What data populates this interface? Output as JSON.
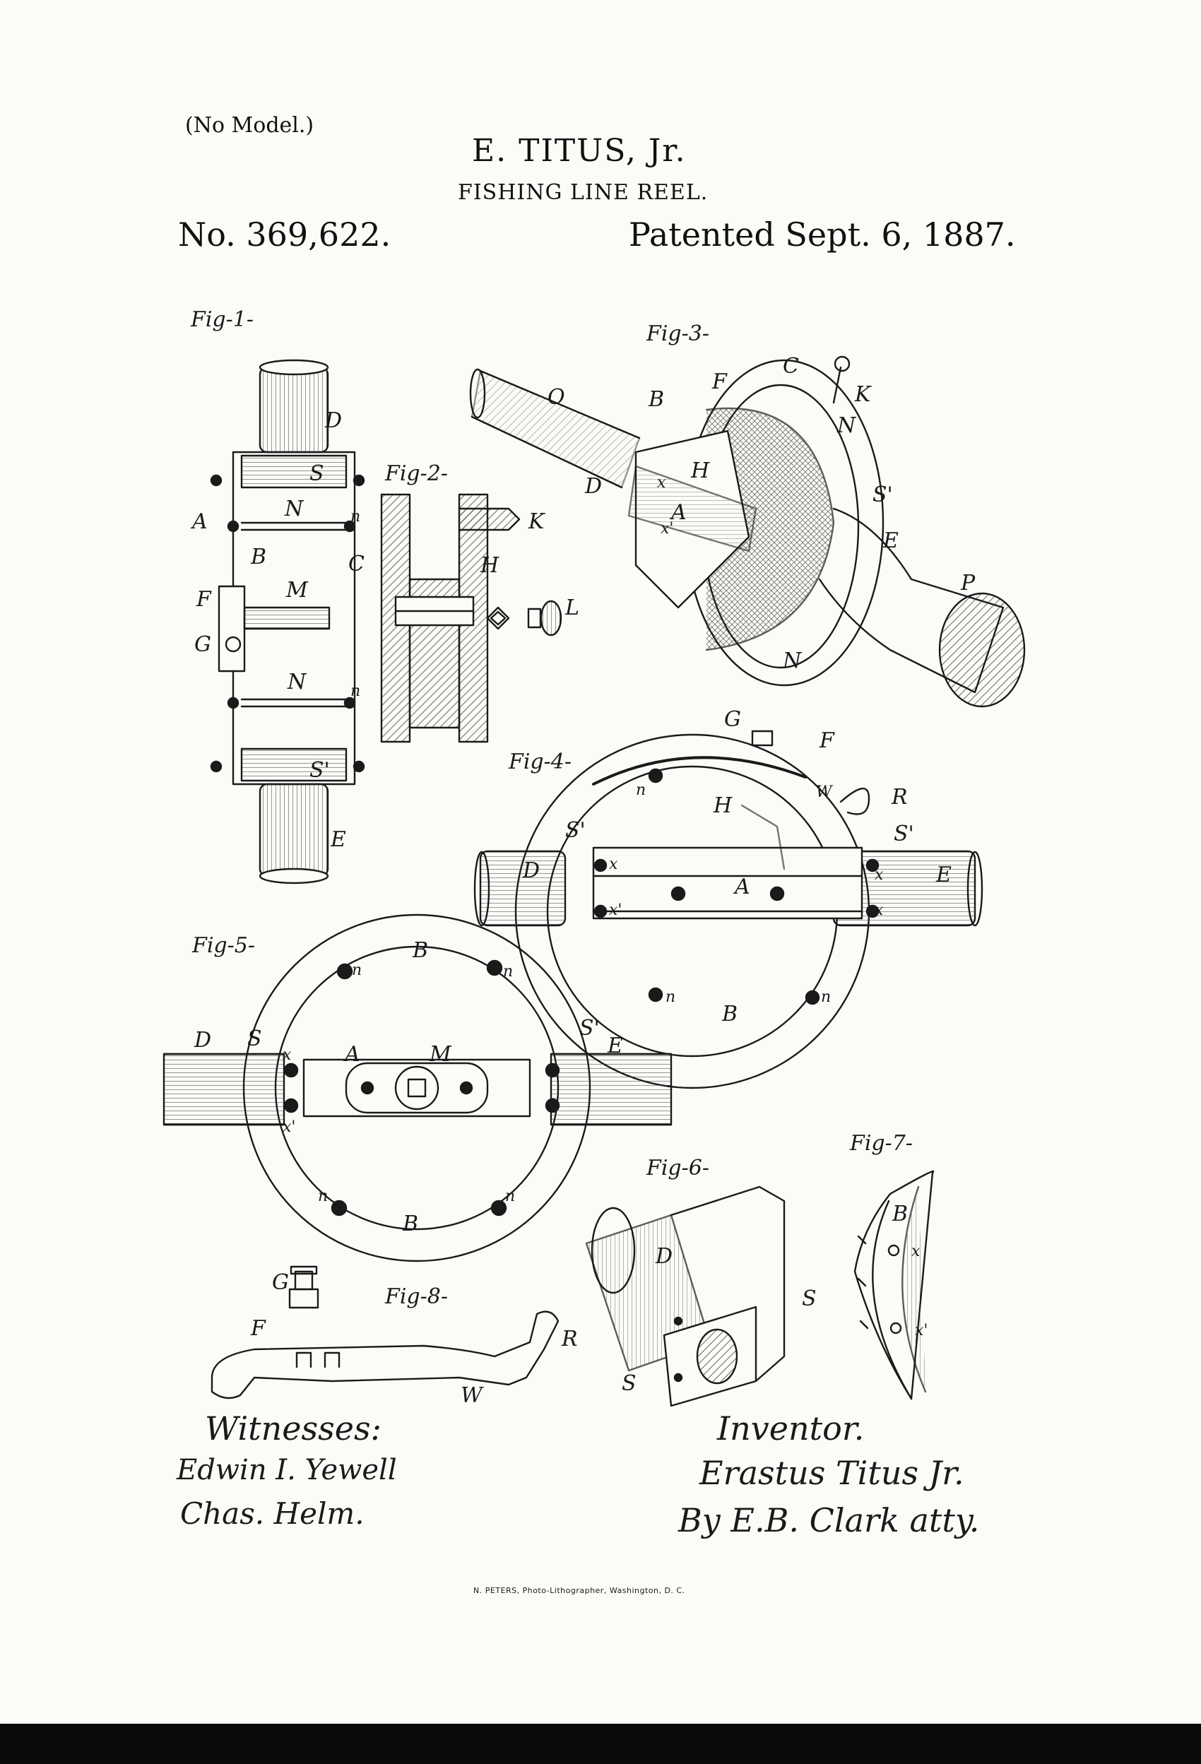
{
  "header": {
    "no_model": "(No Model.)",
    "inventor": "E. TITUS, Jr.",
    "title": "FISHING LINE REEL.",
    "patent_no": "No. 369,622.",
    "patent_date": "Patented Sept. 6, 1887."
  },
  "figures": {
    "fig1": {
      "caption": "Fig-1-",
      "labels": [
        "D",
        "S",
        "A",
        "N",
        "n",
        "B",
        "C",
        "M",
        "F",
        "G",
        "N",
        "n",
        "S'",
        "E"
      ]
    },
    "fig2": {
      "caption": "Fig-2-",
      "labels": [
        "K",
        "H",
        "L"
      ]
    },
    "fig3": {
      "caption": "Fig-3-",
      "labels": [
        "O",
        "B",
        "F",
        "C",
        "K",
        "N",
        "H",
        "D",
        "x",
        "A",
        "x'",
        "S'",
        "E",
        "P",
        "N"
      ]
    },
    "fig4": {
      "caption": "Fig-4-",
      "labels": [
        "G",
        "F",
        "n",
        "H",
        "W",
        "R",
        "S'",
        "S'",
        "D",
        "x",
        "A",
        "E",
        "x",
        "x'",
        "x",
        "n",
        "B",
        "n"
      ]
    },
    "fig5": {
      "caption": "Fig-5-",
      "labels": [
        "B",
        "n",
        "n",
        "D",
        "S",
        "S'",
        "E",
        "x",
        "A",
        "M",
        "x'",
        "n",
        "n",
        "B"
      ]
    },
    "fig6": {
      "caption": "Fig-6-",
      "labels": [
        "D",
        "S",
        "S"
      ]
    },
    "fig7": {
      "caption": "Fig-7-",
      "labels": [
        "B",
        "x",
        "x'"
      ]
    },
    "fig8": {
      "caption": "Fig-8-",
      "labels": [
        "G",
        "F",
        "R",
        "W"
      ]
    }
  },
  "signatures": {
    "witnesses_heading": "Witnesses:",
    "witness_1": "Edwin I. Yewell",
    "witness_2": "Chas. Helm.",
    "inventor_heading": "Inventor.",
    "inventor_signature": "Erastus Titus Jr.",
    "attorney_signature": "By E.B. Clark atty."
  },
  "footer": {
    "lithographer": "N. PETERS, Photo-Lithographer, Washington, D. C."
  }
}
